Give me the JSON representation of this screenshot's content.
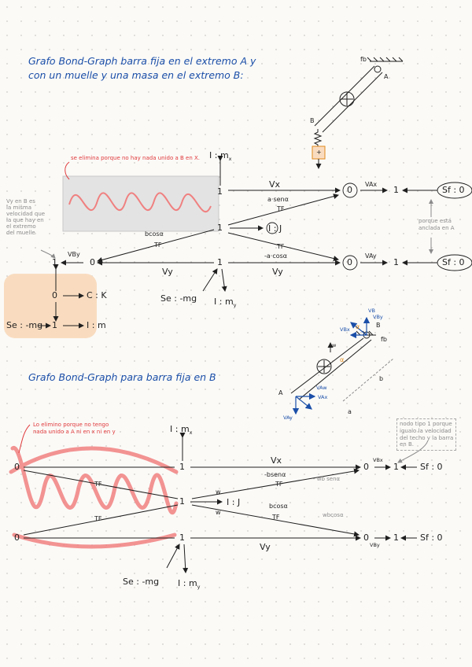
{
  "section1": {
    "title_line1": "Grafo Bond-Graph barra fija en el extremo A y",
    "title_line2": "con un muelle y una masa en el extremo B:",
    "note_red": "se elimina porque no hay nada unido a B en X.",
    "note_left": [
      "Vy en B es",
      "la misma",
      "velocidad que",
      "la que hay en",
      "el extremo",
      "del muelle"
    ],
    "note_right": [
      "porque está",
      "anclada en A"
    ],
    "labels": {
      "Im_x": "I : m",
      "Im_x_sub": "x",
      "Vx": "Vx",
      "asen": "a·senα",
      "TF": "TF",
      "VAx": "VAx",
      "Sf0_top": "Sf : 0",
      "bcos": "bcosα",
      "IJ": "I : J",
      "VBy": "VBy",
      "acos": "-a·cosα",
      "Vy": "Vy",
      "VAy": "VAy",
      "Sf0_mid": "Sf : 0",
      "Se": "Se : -mg",
      "Im_y": "I : m",
      "Im_y_sub": "y",
      "Ck": "C : K",
      "Se_mg": "Se : -mg",
      "Im": "I : m",
      "one": "1",
      "zero": "0"
    },
    "fig": {
      "fb": "fb",
      "A": "A",
      "B": "B",
      "plus": "+"
    }
  },
  "section2": {
    "title": "Grafo Bond-Graph para barra fija en B",
    "note_red": [
      "Lo elimino porque no tengo",
      "nada unido a A ni en x ni en y"
    ],
    "note_right": [
      "nodo tipo 1 porque",
      "igualo la velocidad",
      "del techo y la barra",
      "en B."
    ],
    "labels": {
      "Im_x": "I : m",
      "Im_x_sub": "x",
      "Vx": "Vx",
      "bsen": "-bsenα",
      "wbsen": "- wb senα",
      "VBx": "VBx",
      "Sf0_top": "Sf : 0",
      "TF": "TF",
      "w": "w",
      "IJ": "I : J",
      "bcos": "bcosα",
      "wbcos": "wbcosα",
      "Vy": "Vy",
      "VBy": "VBy",
      "Sf0_bot": "Sf : 0",
      "Se": "Se : -mg",
      "Im_y": "I : m",
      "Im_y_sub": "y",
      "one": "1",
      "zero": "0"
    },
    "fig": {
      "VB": "VB",
      "VBy": "VBy",
      "VBx": "VBx",
      "alpha": "α",
      "B": "B",
      "fb": "fb",
      "w": "w",
      "b": "b",
      "a": "a",
      "A": "A",
      "VAw": "VAw",
      "VAx": "VAx",
      "VAy": "VAy"
    }
  },
  "colors": {
    "ink": "#1f1f1f",
    "blue": "#1b4fa8",
    "red": "#e0393b",
    "orange": "#e08a1c",
    "hl_orange": "#f9dcc0",
    "hl_gray": "#e3e3e3"
  }
}
